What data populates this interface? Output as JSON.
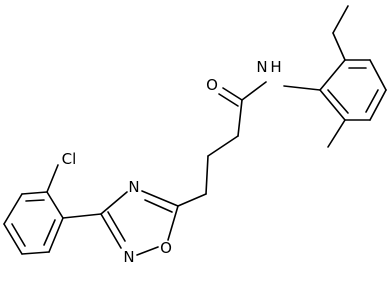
{
  "molecule": {
    "atoms": {
      "oxygen_carbonyl": "O",
      "nitrogen_amide": "N",
      "hydrogen_amide": "H",
      "chlorine": "Cl",
      "nitrogen_ring_4": "N",
      "nitrogen_ring_2": "N",
      "oxygen_ring_1": "O"
    }
  },
  "colors": {
    "ink": "#000000",
    "background": "#ffffff"
  }
}
